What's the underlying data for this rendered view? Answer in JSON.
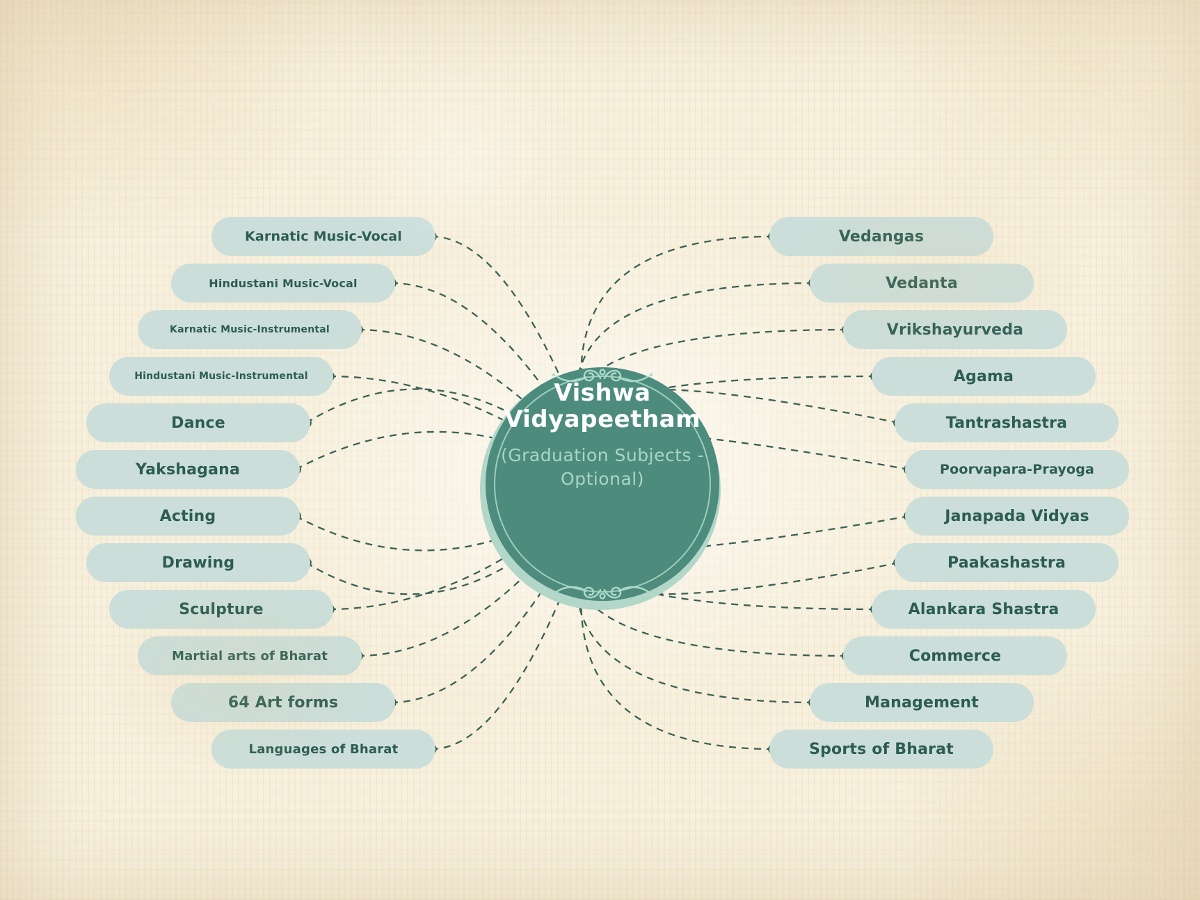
{
  "center": {
    "title": "Vishwa Vidyapeetham",
    "subtitle": "(Graduation Subjects - Optional)"
  },
  "left_items": [
    {
      "label": "Karnatic Music-Vocal"
    },
    {
      "label": "Hindustani Music-Vocal"
    },
    {
      "label": "Karnatic Music-Instrumental"
    },
    {
      "label": "Hindustani Music-Instrumental"
    },
    {
      "label": "Dance"
    },
    {
      "label": "Yakshagana"
    },
    {
      "label": "Acting"
    },
    {
      "label": "Drawing"
    },
    {
      "label": "Sculpture"
    },
    {
      "label": "Martial arts of Bharat"
    },
    {
      "label": "64 Art forms"
    },
    {
      "label": "Languages of Bharat"
    }
  ],
  "right_items": [
    {
      "label": "Vedangas"
    },
    {
      "label": "Vedanta"
    },
    {
      "label": "Vrikshayurveda"
    },
    {
      "label": "Agama"
    },
    {
      "label": "Tantrashastra"
    },
    {
      "label": "Poorvapara-Prayoga"
    },
    {
      "label": "Janapada Vidyas"
    },
    {
      "label": "Paakashastra"
    },
    {
      "label": "Alankara Shastra"
    },
    {
      "label": "Commerce"
    },
    {
      "label": "Management"
    },
    {
      "label": "Sports of Bharat"
    }
  ],
  "colors": {
    "background": "#f7f0dd",
    "pill_bg": "#cbdeda",
    "pill_text": "#2c5c52",
    "connector": "#3c6054",
    "dot_fill": "#f7f1e1",
    "dot_stroke": "#2e5b50",
    "circle_fill": "#4d8b7d",
    "circle_glow_ring": "#b2d6c8",
    "inner_border": "#9fcfbd",
    "ornament": "#aedbc9",
    "title_color": "#ffffff",
    "subtitle_color": "#a9d6c4"
  }
}
